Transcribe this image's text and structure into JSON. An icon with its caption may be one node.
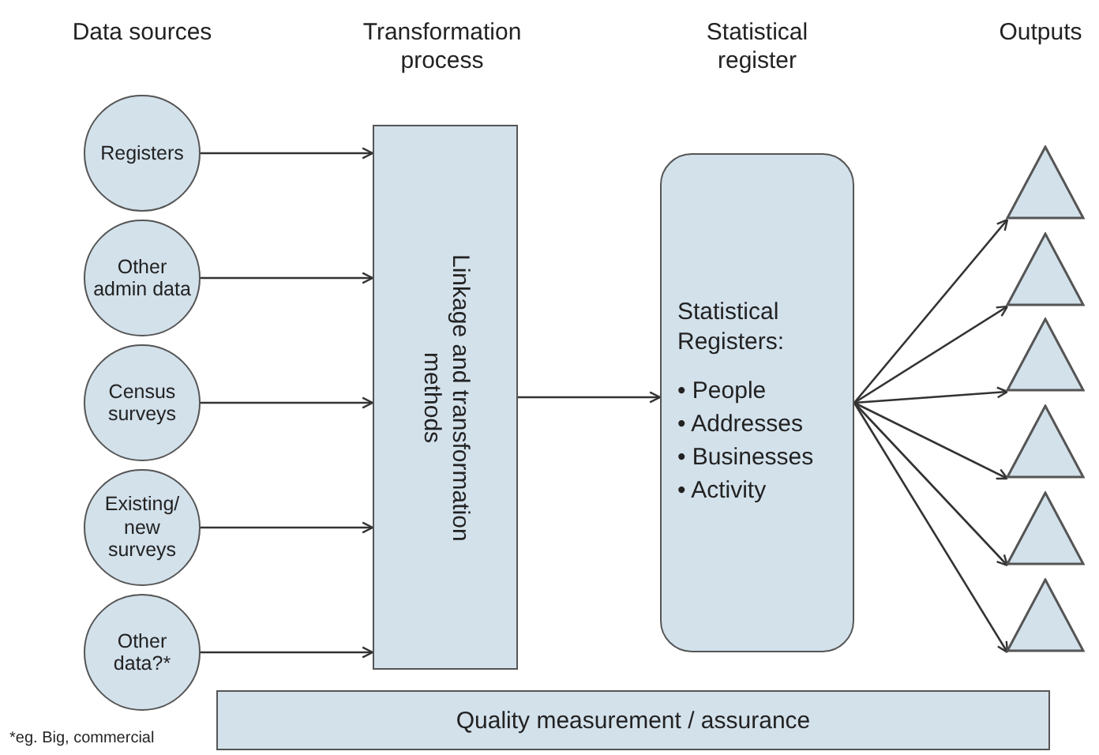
{
  "diagram": {
    "nodes": [
      {
        "text": [
          "Registers"
        ]
      },
      {
        "text": [
          "Other admin data"
        ]
      },
      {
        "text": [
          "Census surveys"
        ]
      },
      {
        "text": [
          "Existing/ new surveys"
        ]
      },
      {
        "text": [
          "Other data?*"
        ]
      },
      {
        "text": [
          "Linkage and transformation methods"
        ]
      },
      {
        "text": [
          "Statistical Registers:",
          "• People",
          "• Addresses",
          "• Businesses",
          "• Activity"
        ]
      },
      {
        "text": [],
        "shape": "triangle"
      },
      {
        "text": [],
        "shape": "triangle"
      },
      {
        "text": [],
        "shape": "triangle"
      },
      {
        "text": [],
        "shape": "triangle"
      },
      {
        "text": [],
        "shape": "triangle"
      },
      {
        "text": [],
        "shape": "triangle"
      },
      {
        "text": [
          "Quality measurement / assurance"
        ]
      }
    ],
    "edges": [
      {
        "from": 0,
        "to": 5,
        "arrow": "to"
      },
      {
        "from": 1,
        "to": 5,
        "arrow": "to"
      },
      {
        "from": 2,
        "to": 5,
        "arrow": "to"
      },
      {
        "from": 3,
        "to": 5,
        "arrow": "to"
      },
      {
        "from": 4,
        "to": 5,
        "arrow": "to"
      },
      {
        "from": 5,
        "to": 6,
        "arrow": "to"
      },
      {
        "from": 6,
        "to": 7,
        "arrow": "to"
      },
      {
        "from": 6,
        "to": 8,
        "arrow": "to"
      },
      {
        "from": 6,
        "to": 9,
        "arrow": "to"
      },
      {
        "from": 6,
        "to": 10,
        "arrow": "to"
      },
      {
        "from": 6,
        "to": 11,
        "arrow": "to"
      },
      {
        "from": 6,
        "to": 12,
        "arrow": "to"
      }
    ],
    "labels": [
      "Data sources",
      "Transformation process",
      "Statistical register",
      "Outputs",
      "*eg. Big, commercial"
    ]
  }
}
